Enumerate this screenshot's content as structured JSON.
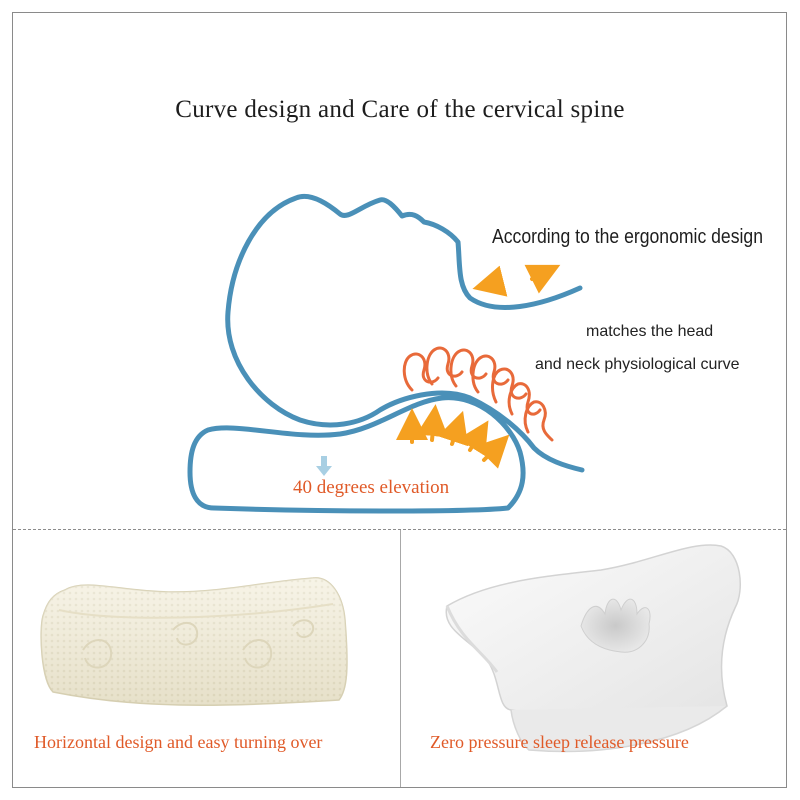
{
  "title": "Curve design and Care of the cervical spine",
  "annotations": {
    "ergonomic": "According to the ergonomic design",
    "head_line": "matches the head",
    "neck_line": "and neck physiological curve",
    "elevation": "40 degrees elevation"
  },
  "captions": {
    "left": "Horizontal design and easy turning over",
    "right": "Zero pressure sleep release pressure"
  },
  "colors": {
    "outline": "#4a90b8",
    "accent_text": "#e05a28",
    "arrow": "#f5a020",
    "pressure_curl": "#e86a3a"
  },
  "icons": [
    "head-outline-icon",
    "pillow-outline-icon",
    "pressure-curl-icon",
    "support-arrow-icon",
    "double-arrow-icon",
    "down-arrow-icon"
  ]
}
